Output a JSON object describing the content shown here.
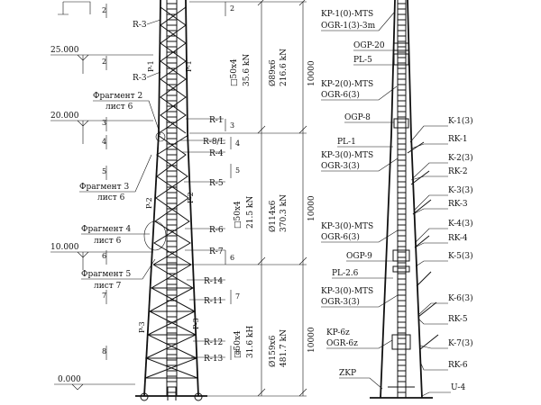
{
  "elevations": [
    {
      "id": "e25",
      "label": "25.000"
    },
    {
      "id": "e20",
      "label": "20.000"
    },
    {
      "id": "e10",
      "label": "10.000"
    },
    {
      "id": "e0",
      "label": "0.000"
    }
  ],
  "level_marks": [
    "2",
    "2",
    "3",
    "4",
    "5",
    "6",
    "7",
    "8"
  ],
  "fragments": [
    {
      "title": "Фрагмент 2",
      "sheet": "лист 6"
    },
    {
      "title": "Фрагмент 3",
      "sheet": "лист 6"
    },
    {
      "title": "Фрагмент 4",
      "sheet": "лист 6"
    },
    {
      "title": "Фрагмент 5",
      "sheet": "лист 7"
    }
  ],
  "left_tower_labels": {
    "r3a": "R-3",
    "r3b": "R-3",
    "p1a": "P-1",
    "p1b": "P-1",
    "r1": "R-1",
    "r8l": "R-8/L",
    "r4": "R-4",
    "r5": "R-5",
    "p2a": "P-2",
    "p2b": "P-2",
    "r6": "R-6",
    "r7": "R-7",
    "r14": "R-14",
    "r11": "R-11",
    "p3a": "P-3",
    "p3b": "P-3",
    "r12": "R-12",
    "r13": "R-13"
  },
  "section_marks": {
    "top": [
      "2",
      "3",
      "4",
      "5",
      "6",
      "7",
      "8"
    ]
  },
  "sections": [
    {
      "brace": "□50x4",
      "load": "35.6 kN",
      "pipe": "Ø89x6",
      "force": "216.6 kN",
      "length": "10000"
    },
    {
      "brace": "□50x4",
      "load": "21.5 kN",
      "pipe": "Ø114x6",
      "force": "370.3 kN",
      "length": "10000"
    },
    {
      "brace": "□50x4",
      "load": "31.6 kH",
      "pipe": "Ø159x6",
      "force": "481.7 kN",
      "length": "10000"
    }
  ],
  "right_left_labels": [
    {
      "id": "kp1",
      "text": "KP-1(0)-MTS"
    },
    {
      "id": "ogr1",
      "text": "OGR-1(3)-3m"
    },
    {
      "id": "ogp20",
      "text": "OGP-20"
    },
    {
      "id": "pl5",
      "text": "PL-5"
    },
    {
      "id": "kp2",
      "text": "KP-2(0)-MTS"
    },
    {
      "id": "ogr6a",
      "text": "OGR-6(3)"
    },
    {
      "id": "ogp8",
      "text": "OGP-8"
    },
    {
      "id": "pl1",
      "text": "PL-1"
    },
    {
      "id": "kp3a",
      "text": "KP-3(0)-MTS"
    },
    {
      "id": "ogr3a",
      "text": "OGR-3(3)"
    },
    {
      "id": "kp3b",
      "text": "KP-3(0)-MTS"
    },
    {
      "id": "ogr6b",
      "text": "OGR-6(3)"
    },
    {
      "id": "ogp9",
      "text": "OGP-9"
    },
    {
      "id": "pl26",
      "text": "PL-2.6"
    },
    {
      "id": "kp3c",
      "text": "KP-3(0)-MTS"
    },
    {
      "id": "ogr3b",
      "text": "OGR-3(3)"
    },
    {
      "id": "kp6z",
      "text": "KP-6z"
    },
    {
      "id": "ogr6z",
      "text": "OGR-6z"
    },
    {
      "id": "zkp",
      "text": "ZKP"
    }
  ],
  "right_right_labels": [
    {
      "id": "k1",
      "text": "K-1(3)"
    },
    {
      "id": "rk1",
      "text": "RK-1"
    },
    {
      "id": "k2",
      "text": "K-2(3)"
    },
    {
      "id": "rk2",
      "text": "RK-2"
    },
    {
      "id": "k3",
      "text": "K-3(3)"
    },
    {
      "id": "rk3",
      "text": "RK-3"
    },
    {
      "id": "k4",
      "text": "K-4(3)"
    },
    {
      "id": "rk4",
      "text": "RK-4"
    },
    {
      "id": "k5",
      "text": "K-5(3)"
    },
    {
      "id": "k6",
      "text": "K-6(3)"
    },
    {
      "id": "rk5",
      "text": "RK-5"
    },
    {
      "id": "k7",
      "text": "K-7(3)"
    },
    {
      "id": "rk6",
      "text": "RK-6"
    },
    {
      "id": "u4",
      "text": "U-4"
    }
  ]
}
